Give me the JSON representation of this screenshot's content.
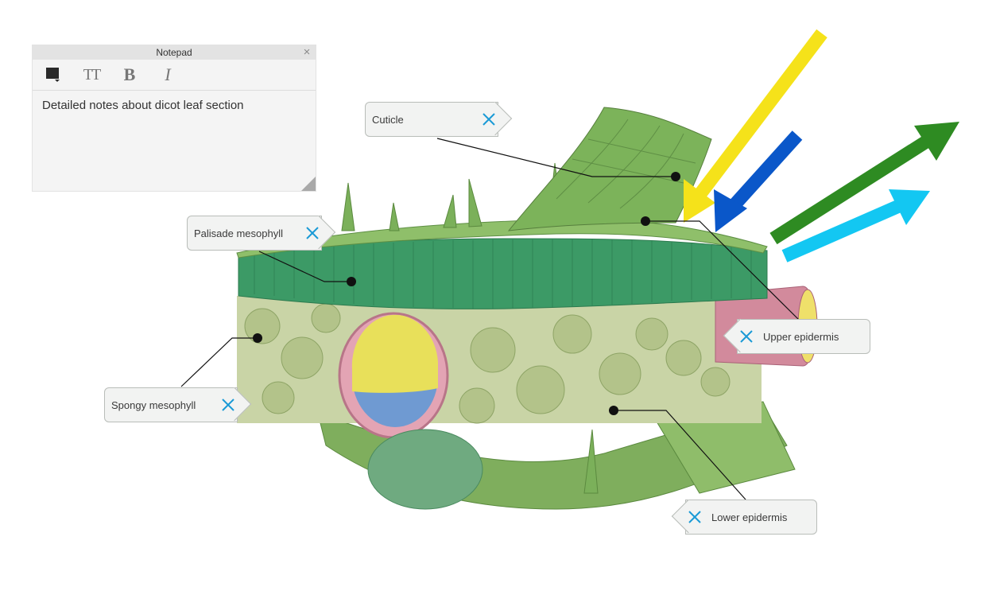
{
  "notepad": {
    "title": "Notepad",
    "close_glyph": "×",
    "toolbar": [
      "color-picker-icon",
      "text-size-icon",
      "bold-icon",
      "italic-icon"
    ],
    "bold_label": "B",
    "italic_label": "I",
    "text_size_label": "TT",
    "content": "Detailed notes about dicot leaf section"
  },
  "labels": {
    "cuticle": "Cuticle",
    "palisade": "Palisade mesophyll",
    "spongy": "Spongy mesophyll",
    "upper": "Upper epidermis",
    "lower": "Lower epidermis"
  },
  "colors": {
    "leaf_green": "#6fa65a",
    "palisade_green": "#3c9a66",
    "spongy_green": "#b9c99a",
    "arrow_yellow": "#f5e21a",
    "arrow_blue": "#0a57c9",
    "arrow_green": "#2e8b22",
    "arrow_cyan": "#13c7f2",
    "xylem_yellow": "#e8e05a",
    "phloem_blue": "#6f9ad2",
    "bundle_pink": "#d89aaa",
    "close_accent": "#1a9ad6"
  }
}
